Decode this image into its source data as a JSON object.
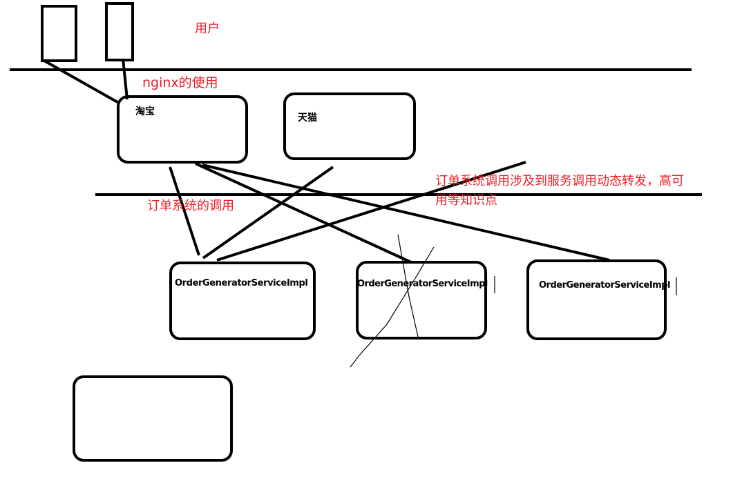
{
  "colors": {
    "stroke": "#000000",
    "annotation": "#ed1c24",
    "background": "#ffffff"
  },
  "labels": {
    "user": "用户",
    "nginx": "nginx的使用",
    "taobao": "淘宝",
    "tmall": "天猫",
    "order_call": "订单系统的调用",
    "dynamic_forward_line1": "订单系统调用涉及到服务调用动态转发，高可",
    "dynamic_forward_line2": "用等知识点",
    "service_1": "OrderGeneratorServiceImpl",
    "service_2": "OrderGeneratorServiceImpl",
    "service_3": "OrderGeneratorServiceImpl"
  }
}
